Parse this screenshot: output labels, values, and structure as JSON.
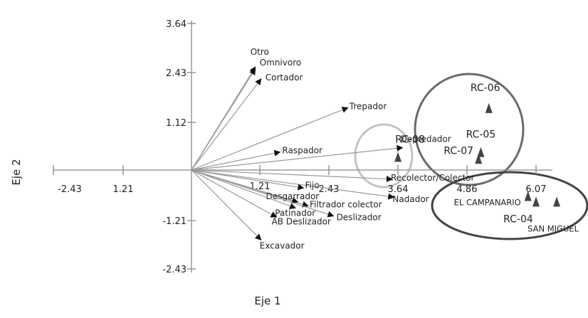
{
  "chart_data": {
    "type": "scatter",
    "title": "",
    "xlabel": "Eje 1",
    "ylabel": "Eje 2",
    "xlim": [
      -2.43,
      7.0
    ],
    "ylim": [
      -2.43,
      3.64
    ],
    "x_ticks": [
      -2.43,
      1.21,
      1.21,
      2.43,
      3.64,
      4.86,
      6.07
    ],
    "x_tick_labels": [
      "-2.43",
      "1.21",
      "1.21",
      "2.43",
      "3.64",
      "4.86",
      "6.07"
    ],
    "y_ticks": [
      3.64,
      2.43,
      1.12,
      -1.21,
      -2.43
    ],
    "y_tick_labels": [
      "3.64",
      "2.43",
      "1.12",
      "-1.21",
      "-2.43"
    ],
    "vectors": [
      {
        "name": "Otro",
        "x": 1.11,
        "y": 2.58
      },
      {
        "name": "Omnivoro",
        "x": 1.11,
        "y": 2.53
      },
      {
        "name": "Cortador",
        "x": 1.21,
        "y": 2.28
      },
      {
        "name": "Trepador",
        "x": 2.72,
        "y": 1.56
      },
      {
        "name": "Raspador",
        "x": 1.54,
        "y": 0.45
      },
      {
        "name": "Depredador",
        "x": 3.67,
        "y": 0.56
      },
      {
        "name": "Recolector/Colector",
        "x": 3.49,
        "y": -0.23
      },
      {
        "name": "Nadador",
        "x": 3.52,
        "y": -0.68
      },
      {
        "name": "Fijo",
        "x": 1.95,
        "y": -0.45
      },
      {
        "name": "Filtrador colector",
        "x": 2.03,
        "y": -0.9
      },
      {
        "name": "Desgarrador",
        "x": 1.85,
        "y": -0.8
      },
      {
        "name": "Patinador",
        "x": 1.81,
        "y": -0.95
      },
      {
        "name": "Deslizador",
        "x": 2.47,
        "y": -1.15
      },
      {
        "name": "AB Deslizador",
        "x": 1.48,
        "y": -1.18
      },
      {
        "name": "Excavador",
        "x": 1.21,
        "y": -1.75
      }
    ],
    "sites": [
      {
        "name": "RC-06",
        "x": 5.17,
        "y": 1.55
      },
      {
        "name": "RC-05",
        "x": 5.03,
        "y": 0.45
      },
      {
        "name": "RC-07",
        "x": 4.99,
        "y": 0.28
      },
      {
        "name": "RC-08",
        "x": 3.59,
        "y": 0.33
      },
      {
        "name": "EL CAMPANARIO",
        "x": 5.85,
        "y": -0.65
      },
      {
        "name": "RC-04",
        "x": 5.99,
        "y": -0.79
      },
      {
        "name": "SAN MIGUEL",
        "x": 6.35,
        "y": -0.79
      }
    ],
    "grid": false,
    "legend": "none"
  }
}
